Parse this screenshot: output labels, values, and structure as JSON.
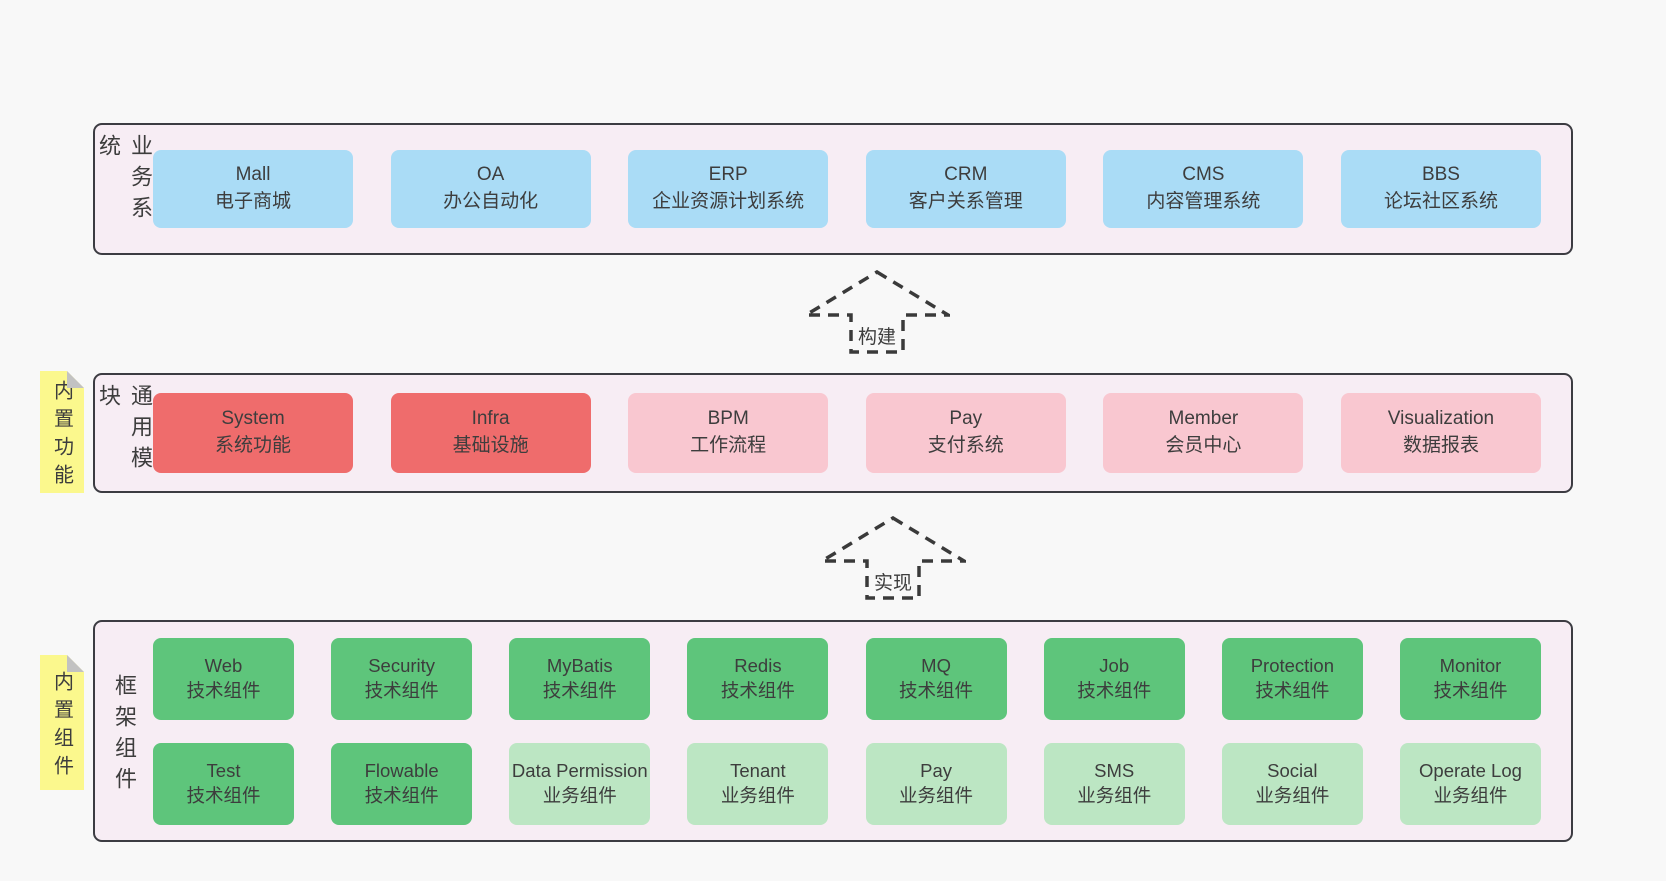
{
  "colors": {
    "page_bg": "#f8f8f8",
    "layer_bg": "#f7edf4",
    "layer_border": "#3c3c42",
    "text": "#3d3d3d",
    "blue": "#aadcf6",
    "red": "#ef6c6c",
    "pink": "#f9c7d0",
    "green": "#5ec57b",
    "light_green": "#bce6c3",
    "sticky_yellow": "#fbf88d",
    "sticky_fold_gray": "#c2c2c2",
    "arrow_dash": "#3a3a3a"
  },
  "layers": [
    {
      "id": "business-systems",
      "label": "业务系统",
      "rows": [
        [
          {
            "title": "Mall",
            "subtitle": "电子商城",
            "variant": "blue"
          },
          {
            "title": "OA",
            "subtitle": "办公自动化",
            "variant": "blue"
          },
          {
            "title": "ERP",
            "subtitle": "企业资源计划系统",
            "variant": "blue"
          },
          {
            "title": "CRM",
            "subtitle": "客户关系管理",
            "variant": "blue"
          },
          {
            "title": "CMS",
            "subtitle": "内容管理系统",
            "variant": "blue"
          },
          {
            "title": "BBS",
            "subtitle": "论坛社区系统",
            "variant": "blue"
          }
        ]
      ]
    },
    {
      "id": "common-modules",
      "label": "通用模块",
      "sticky": "内置功能",
      "rows": [
        [
          {
            "title": "System",
            "subtitle": "系统功能",
            "variant": "red"
          },
          {
            "title": "Infra",
            "subtitle": "基础设施",
            "variant": "red"
          },
          {
            "title": "BPM",
            "subtitle": "工作流程",
            "variant": "pink"
          },
          {
            "title": "Pay",
            "subtitle": "支付系统",
            "variant": "pink"
          },
          {
            "title": "Member",
            "subtitle": "会员中心",
            "variant": "pink"
          },
          {
            "title": "Visualization",
            "subtitle": "数据报表",
            "variant": "pink"
          }
        ]
      ]
    },
    {
      "id": "framework-components",
      "label": "框架组件",
      "sticky": "内置组件",
      "rows": [
        [
          {
            "title": "Web",
            "subtitle": "技术组件",
            "variant": "green"
          },
          {
            "title": "Security",
            "subtitle": "技术组件",
            "variant": "green"
          },
          {
            "title": "MyBatis",
            "subtitle": "技术组件",
            "variant": "green"
          },
          {
            "title": "Redis",
            "subtitle": "技术组件",
            "variant": "green"
          },
          {
            "title": "MQ",
            "subtitle": "技术组件",
            "variant": "green"
          },
          {
            "title": "Job",
            "subtitle": "技术组件",
            "variant": "green"
          },
          {
            "title": "Protection",
            "subtitle": "技术组件",
            "variant": "green"
          },
          {
            "title": "Monitor",
            "subtitle": "技术组件",
            "variant": "green"
          }
        ],
        [
          {
            "title": "Test",
            "subtitle": "技术组件",
            "variant": "green"
          },
          {
            "title": "Flowable",
            "subtitle": "技术组件",
            "variant": "green"
          },
          {
            "title": "Data Permission",
            "subtitle": "业务组件",
            "variant": "light_green"
          },
          {
            "title": "Tenant",
            "subtitle": "业务组件",
            "variant": "light_green"
          },
          {
            "title": "Pay",
            "subtitle": "业务组件",
            "variant": "light_green"
          },
          {
            "title": "SMS",
            "subtitle": "业务组件",
            "variant": "light_green"
          },
          {
            "title": "Social",
            "subtitle": "业务组件",
            "variant": "light_green"
          },
          {
            "title": "Operate Log",
            "subtitle": "业务组件",
            "variant": "light_green"
          }
        ]
      ]
    }
  ],
  "arrows": [
    {
      "label": "构建"
    },
    {
      "label": "实现"
    }
  ]
}
